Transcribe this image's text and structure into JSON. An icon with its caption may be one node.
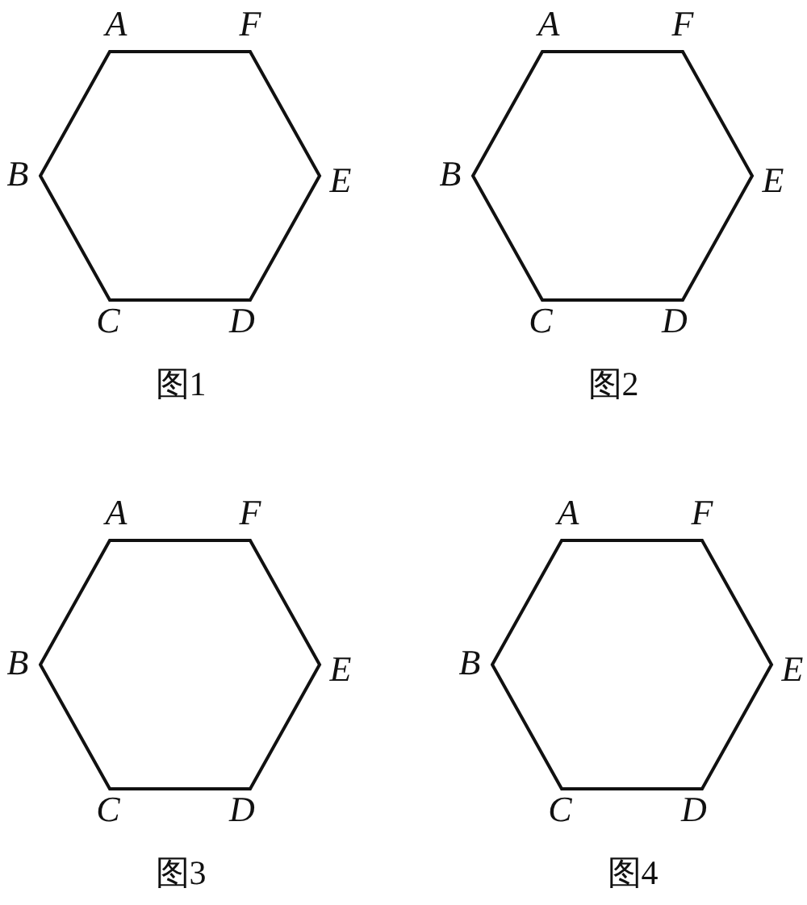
{
  "diagram": {
    "nodes": [
      {
        "text": [],
        "shape": "hexagon",
        "beside": [
          "图1"
        ]
      },
      {
        "text": [],
        "shape": "hexagon",
        "beside": [
          "图2"
        ]
      },
      {
        "text": [],
        "shape": "hexagon",
        "beside": [
          "图3"
        ]
      },
      {
        "text": [],
        "shape": "hexagon",
        "beside": [
          "图4"
        ]
      }
    ],
    "labels": [
      "A",
      "F",
      "B",
      "E",
      "C",
      "D",
      "A",
      "F",
      "B",
      "E",
      "C",
      "D",
      "A",
      "F",
      "B",
      "E",
      "C",
      "D",
      "A",
      "F",
      "B",
      "E",
      "C",
      "D"
    ]
  }
}
